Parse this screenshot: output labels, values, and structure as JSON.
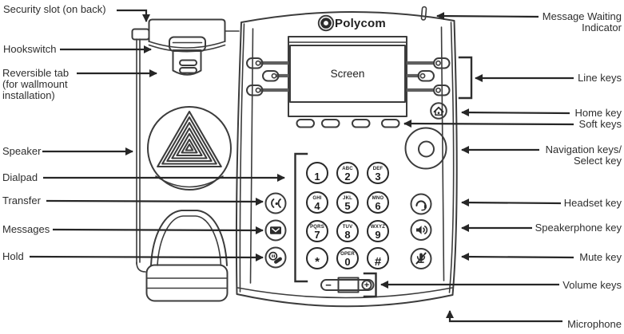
{
  "labels": {
    "security_slot": "Security slot (on back)",
    "hookswitch": "Hookswitch",
    "reversible_tab": "Reversible tab\n(for wallmount\ninstallation)",
    "speaker": "Speaker",
    "dialpad": "Dialpad",
    "transfer": "Transfer",
    "messages": "Messages",
    "hold": "Hold",
    "message_waiting": "Message Waiting\nIndicator",
    "line_keys": "Line keys",
    "home_key": "Home key",
    "soft_keys": "Soft keys",
    "navigation_keys": "Navigation keys/\nSelect key",
    "headset_key": "Headset key",
    "speakerphone_key": "Speakerphone key",
    "mute_key": "Mute key",
    "volume_keys": "Volume keys",
    "microphone": "Microphone"
  },
  "phone": {
    "brand": "Polycom",
    "screen_text": "Screen",
    "dialpad_keys": [
      {
        "digit": "1",
        "letters": ""
      },
      {
        "digit": "2",
        "letters": "ABC"
      },
      {
        "digit": "3",
        "letters": "DEF"
      },
      {
        "digit": "4",
        "letters": "GHI"
      },
      {
        "digit": "5",
        "letters": "JKL"
      },
      {
        "digit": "6",
        "letters": "MNO"
      },
      {
        "digit": "7",
        "letters": "PQRS"
      },
      {
        "digit": "8",
        "letters": "TUV"
      },
      {
        "digit": "9",
        "letters": "WXYZ"
      },
      {
        "digit": "*",
        "letters": ""
      },
      {
        "digit": "0",
        "letters": "OPER"
      },
      {
        "digit": "#",
        "letters": ""
      }
    ],
    "volume": {
      "minus": "−",
      "plus": "+"
    }
  },
  "colors": {
    "ink": "#2b2b2b",
    "line_art": "#3c3c3c",
    "connector": "#5f5f5f"
  }
}
